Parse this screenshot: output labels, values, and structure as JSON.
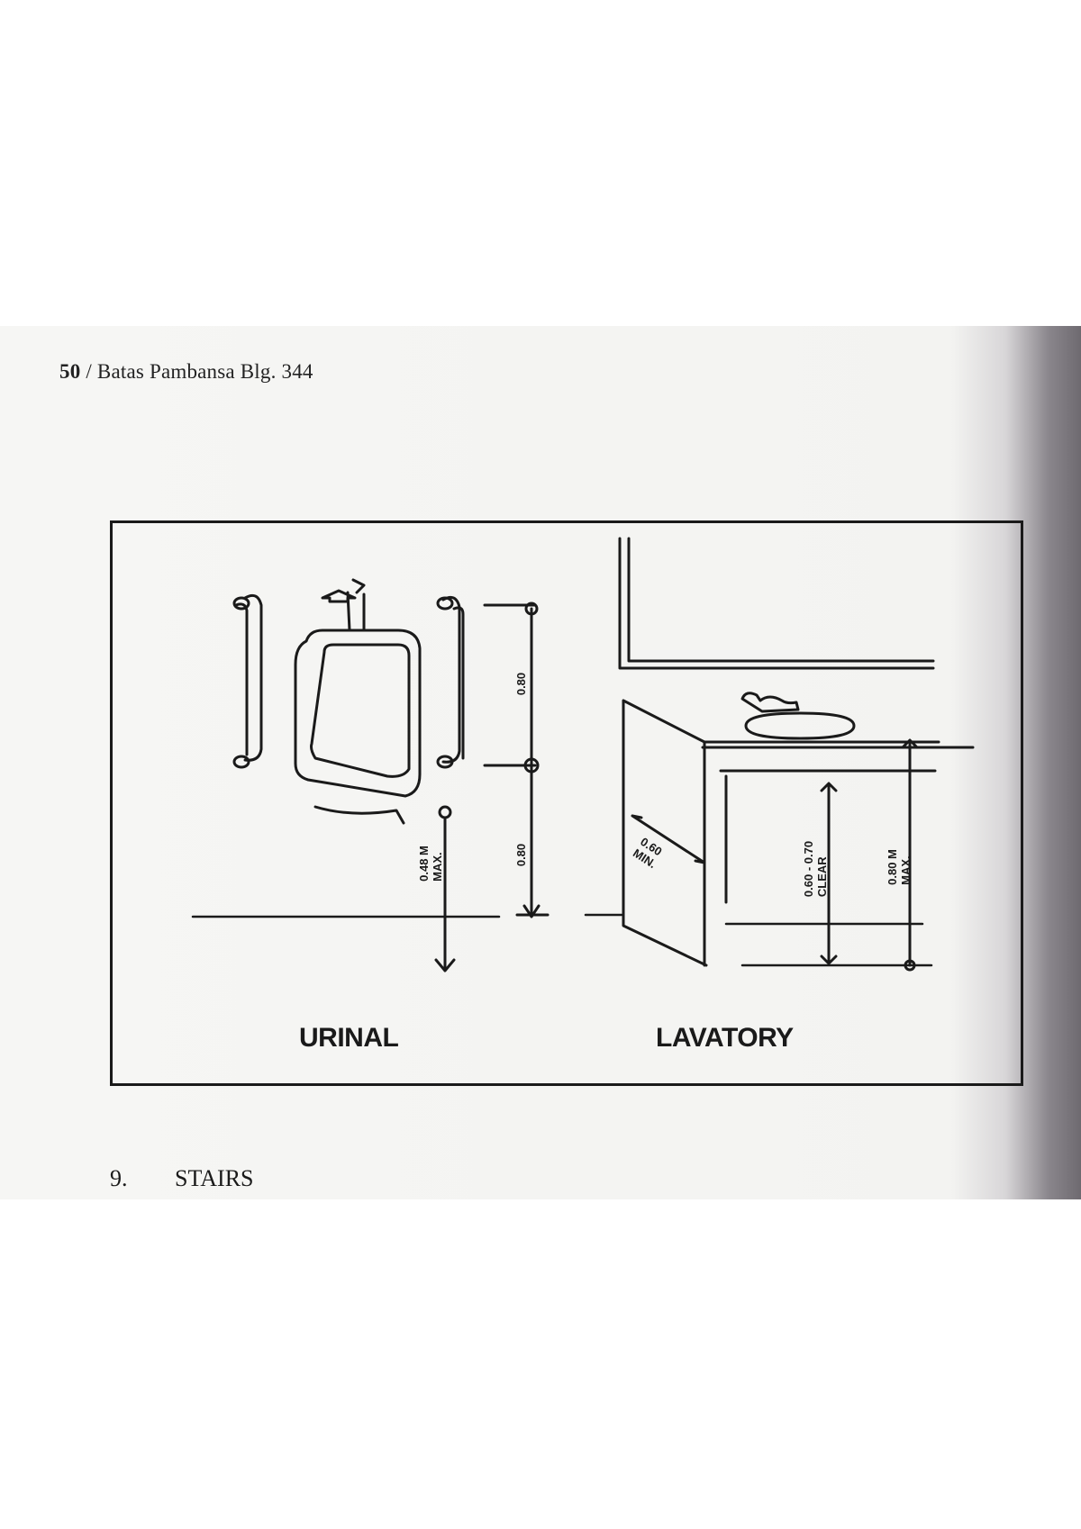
{
  "header": {
    "page_number": "50",
    "separator": " / ",
    "book_title": "Batas Pambansa Blg. 344"
  },
  "figure": {
    "urinal_caption": "URINAL",
    "lavatory_caption": "LAVATORY",
    "dims": {
      "urinal_upper": "0.80",
      "urinal_lower": "0.80",
      "urinal_rim_value": "0.48 M",
      "urinal_rim_qual": "MAX.",
      "lav_depth_value": "0.60",
      "lav_depth_qual": "MIN.",
      "lav_clear_value": "0.60 - 0.70",
      "lav_clear_qual": "CLEAR",
      "lav_height_value": "0.80 M",
      "lav_height_qual": "MAX."
    }
  },
  "section": {
    "number": "9.",
    "title": "STAIRS"
  }
}
